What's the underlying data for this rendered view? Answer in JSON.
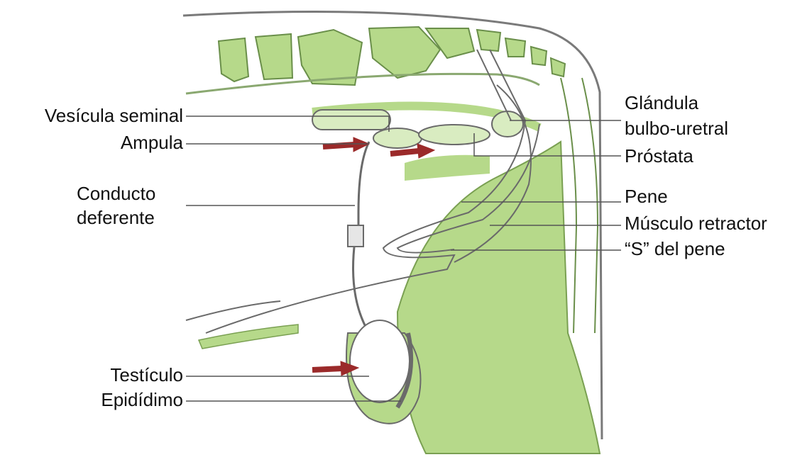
{
  "labels": {
    "vesicula_seminal": "Vesícula seminal",
    "ampula": "Ampula",
    "conducto_line1": "Conducto",
    "conducto_line2": "deferente",
    "testiculo": "Testículo",
    "epididimo": "Epidídimo",
    "glandula_line1": "Glándula",
    "glandula_line2": "bulbo-uretral",
    "prostata": "Próstata",
    "pene": "Pene",
    "musculo_retractor": "Músculo retractor",
    "s_del_pene": "“S” del pene"
  },
  "colors": {
    "tissue_green": "#b6d98a",
    "tissue_light": "#d9ecc1",
    "outline": "#6a6a6a",
    "arrow": "#9b2a2a",
    "leader": "#555555"
  }
}
